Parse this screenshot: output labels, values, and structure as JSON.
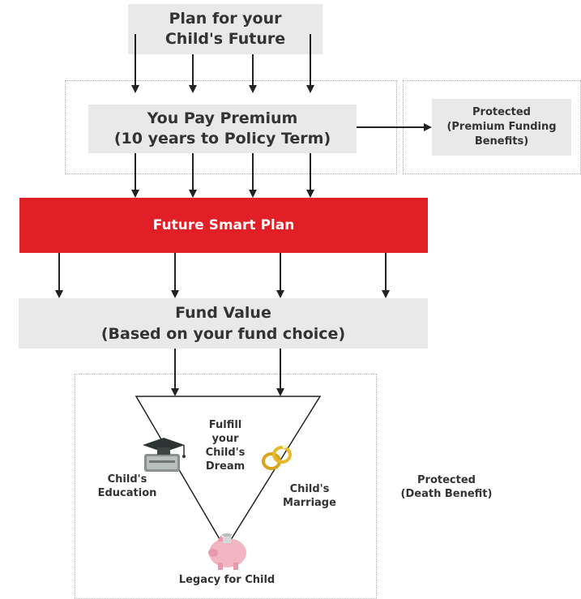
{
  "nodes": {
    "plan_future": {
      "line1": "Plan for your",
      "line2": "Child's Future"
    },
    "pay_premium": {
      "line1": "You Pay Premium",
      "line2": "(10 years to Policy Term)"
    },
    "protected_premium": {
      "line1": "Protected",
      "line2": "(Premium Funding",
      "line3": "Benefits)"
    },
    "future_smart": "Future Smart Plan",
    "fund_value": {
      "line1": "Fund Value",
      "line2": "(Based on your fund choice)"
    },
    "fulfill_dream": {
      "line1": "Fulfill",
      "line2": "your",
      "line3": "Child's",
      "line4": "Dream"
    },
    "education": {
      "line1": "Child's",
      "line2": "Education"
    },
    "marriage": {
      "line1": "Child's",
      "line2": "Marriage"
    },
    "legacy": "Legacy for Child",
    "protected_death": {
      "line1": "Protected",
      "line2": "(Death Benefit)"
    }
  },
  "colors": {
    "accent_red": "#e01f26",
    "box_grey": "#e8e9e8",
    "text_dark": "#333333",
    "arrow": "#222222"
  },
  "icons": {
    "education": "graduation-cap-books-icon",
    "marriage": "wedding-rings-icon",
    "legacy": "piggy-bank-icon"
  }
}
